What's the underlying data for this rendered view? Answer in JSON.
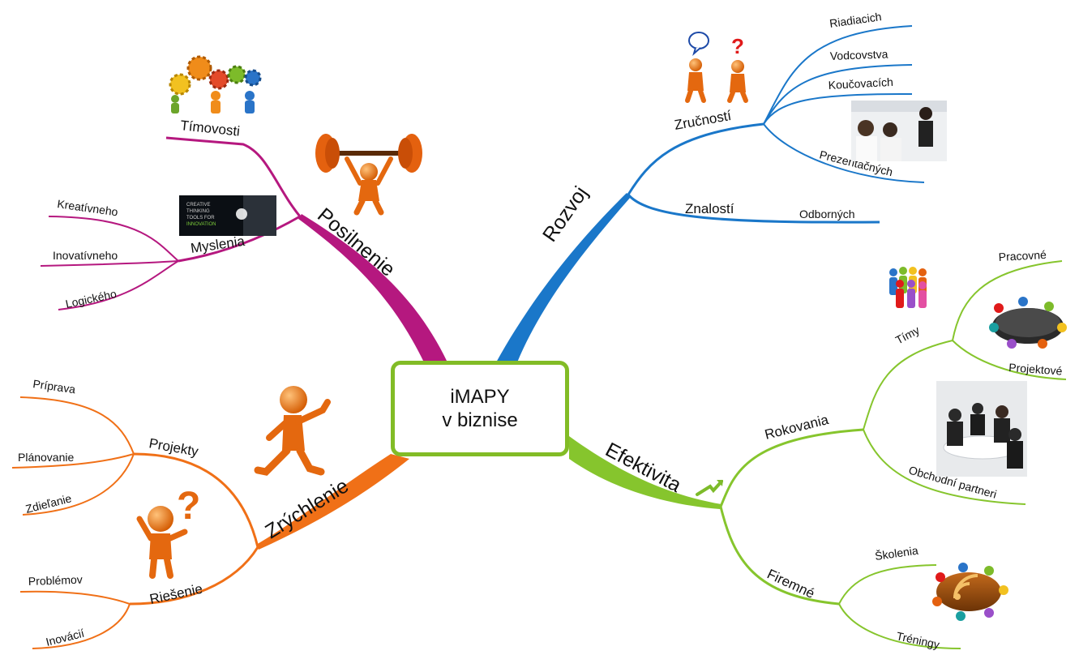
{
  "center": {
    "line1": "iMAPY",
    "line2": "v biznise"
  },
  "colors": {
    "posilnenie": "#b5187f",
    "rozvoj": "#1a77c9",
    "efektivita": "#86c52d",
    "zrychlenie": "#f07017",
    "center_border": "#82bc26"
  },
  "branches": {
    "posilnenie": {
      "label": "Posilnenie",
      "timovosti": "Tímovosti",
      "myslenia": {
        "label": "Myslenia",
        "items": [
          "Kreatívneho",
          "Inovatívneho",
          "Logického"
        ],
        "picture_text": [
          "CREATIVE",
          "THINKING",
          "TOOLS FOR",
          "INNOVATION"
        ]
      }
    },
    "rozvoj": {
      "label": "Rozvoj",
      "zrucnosti": {
        "label": "Zručností",
        "items": [
          "Riadiacich",
          "Vodcovstva",
          "Koučovacích",
          "Prezentačných"
        ]
      },
      "znalosti": {
        "label": "Znalostí",
        "items": [
          "Odborných"
        ]
      }
    },
    "efektivita": {
      "label": "Efektivita",
      "rokovania": {
        "label": "Rokovania",
        "timy": {
          "label": "Tímy",
          "items": [
            "Pracovné",
            "Projektové"
          ]
        },
        "partneri": "Obchodní partneri"
      },
      "firemne": {
        "label": "Firemné",
        "items": [
          "Školenia",
          "Tréningy"
        ]
      }
    },
    "zrychlenie": {
      "label": "Zrýchlenie",
      "projekty": {
        "label": "Projekty",
        "items": [
          "Príprava",
          "Plánovanie",
          "Zdieľanie"
        ]
      },
      "riesenie": {
        "label": "Riešenie",
        "items": [
          "Problémov",
          "Inovácií"
        ]
      }
    }
  }
}
